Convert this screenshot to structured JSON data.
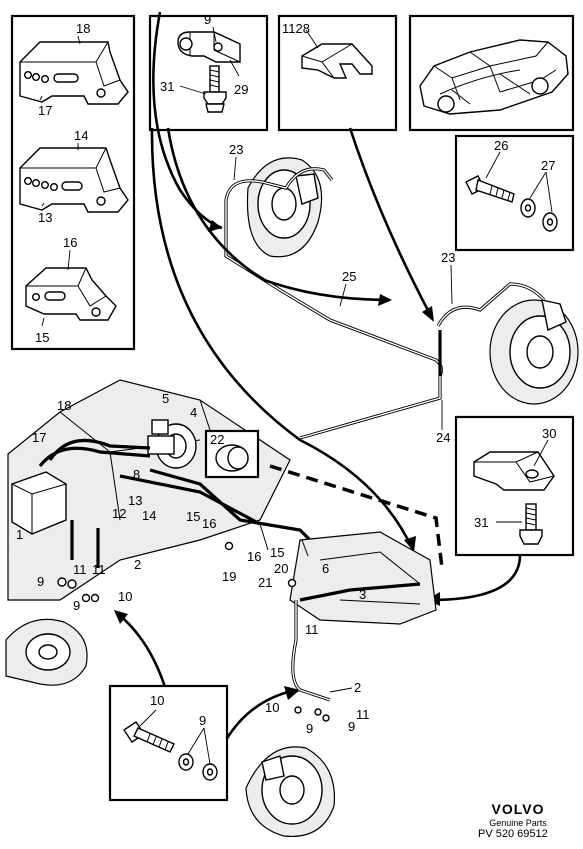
{
  "diagram": {
    "callouts": {
      "c18a": "18",
      "c17a": "17",
      "c14a": "14",
      "c13a": "13",
      "c16a": "16",
      "c15a": "15",
      "c9top": "9",
      "c31top": "31",
      "c29": "29",
      "c1128": "1128",
      "c23a": "23",
      "c25": "25",
      "c26": "26",
      "c27": "27",
      "c23b": "23",
      "c24": "24",
      "c30": "30",
      "c31b": "31",
      "c18b": "18",
      "c17b": "17",
      "c5": "5",
      "c4": "4",
      "c22": "22",
      "c8": "8",
      "c13b": "13",
      "c12": "12",
      "c14b": "14",
      "c15b": "15",
      "c16b": "16",
      "c1": "1",
      "c11a": "11",
      "c11b": "11",
      "c2a": "2",
      "c9a": "9",
      "c9b": "9",
      "c10a": "10",
      "c16c": "16",
      "c15c": "15",
      "c19": "19",
      "c20": "20",
      "c21": "21",
      "c6": "6",
      "c3": "3",
      "c11c": "11",
      "c2b": "2",
      "c10b": "10",
      "c9c": "9",
      "c11d": "11",
      "c9d": "9",
      "c10c": "10",
      "c9e": "9"
    }
  },
  "brand": {
    "logo": "VOLVO",
    "subtitle": "Genuine Parts"
  },
  "part_number": "PV 520 69512"
}
